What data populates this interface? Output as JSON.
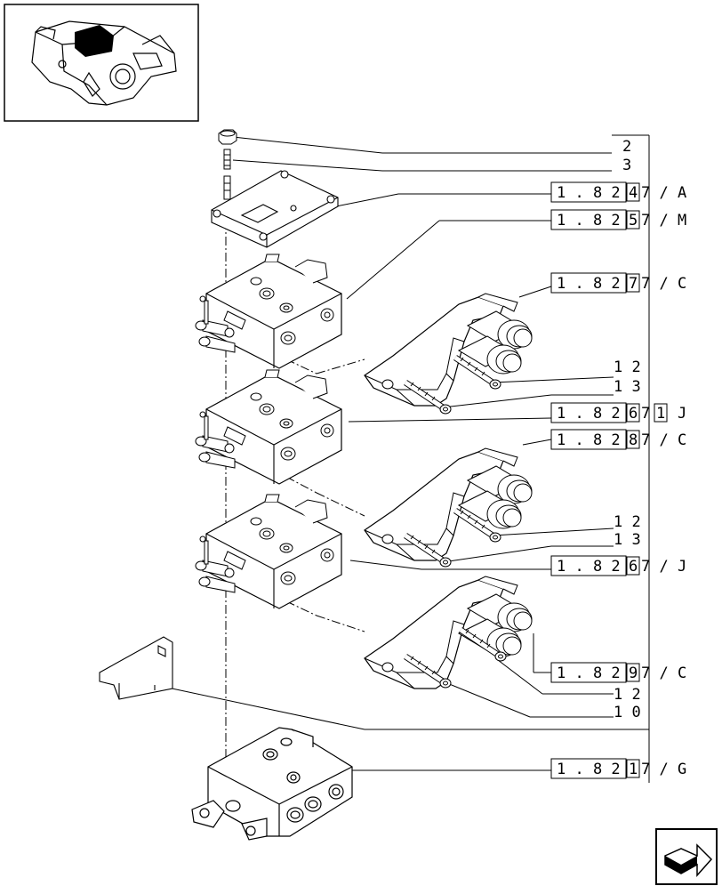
{
  "callouts": {
    "c2": "2",
    "c3": "3",
    "c12a": "1 2",
    "c13a": "1 3",
    "c12b": "1 2",
    "c13b": "1 3",
    "c12c": "1 2",
    "c10": "1 0"
  },
  "references": [
    {
      "prefix": "1 . 8 2",
      "box": "4",
      "suffix": "7 / A"
    },
    {
      "prefix": "1 . 8 2",
      "box": "5",
      "suffix": "7 / M"
    },
    {
      "prefix": "1 . 8 2",
      "box": "7",
      "suffix": "7 / C"
    },
    {
      "prefix": "1 . 8 2",
      "box": "6",
      "box2": "1",
      "suffix": "J",
      "mid": "7"
    },
    {
      "prefix": "1 . 8 2",
      "box": "8",
      "suffix": "7 / C"
    },
    {
      "prefix": "1 . 8 2",
      "box": "6",
      "suffix": "7 / J"
    },
    {
      "prefix": "1 . 8 2",
      "box": "9",
      "suffix": "7 / C"
    },
    {
      "prefix": "1 . 8 2",
      "box": "1",
      "suffix": "7 / G"
    }
  ],
  "icons": {
    "thumbnail": "valve-assembly-thumbnail",
    "nav": "next-page-arrow-icon"
  }
}
